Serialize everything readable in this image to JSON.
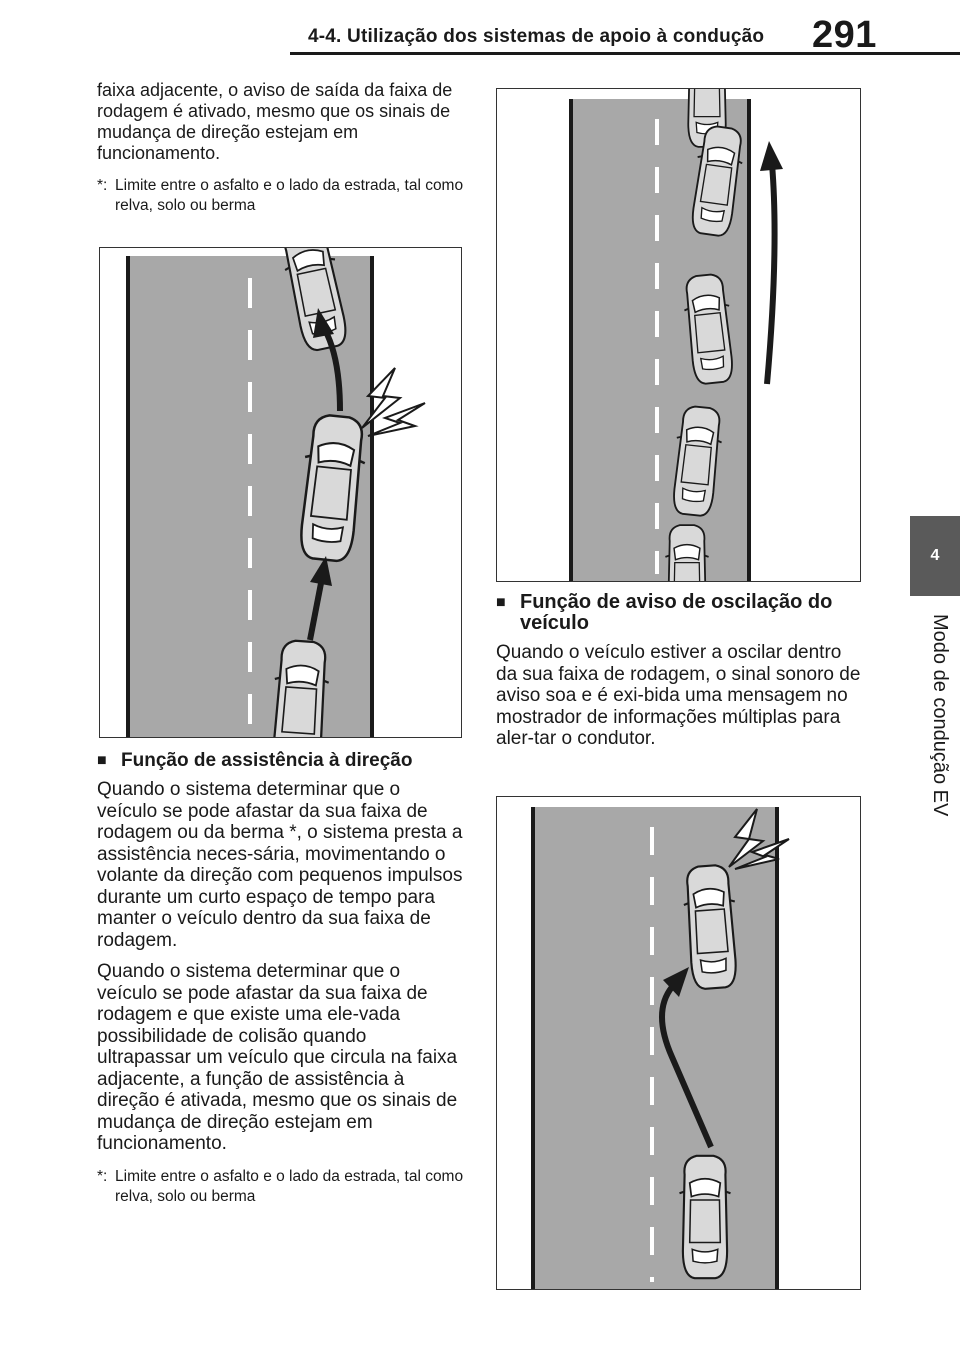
{
  "header": {
    "title": "4-4. Utilização dos sistemas de apoio à condução",
    "page_number": "291"
  },
  "side": {
    "chapter_number": "4",
    "chapter_label": "Modo de condução EV"
  },
  "left_column": {
    "intro_text": "faixa adjacente, o aviso de saída da faixa de rodagem é ativado, mesmo que os sinais de mudança de direção estejam em funcionamento.",
    "note_1": {
      "mark": "*:",
      "text": "Limite entre o asfalto e o lado da estrada, tal como relva, solo ou berma"
    },
    "section": {
      "marker": "■",
      "title": "Função de assistência à direção",
      "para_1": "Quando o sistema determinar que o veículo se pode afastar da sua faixa de rodagem ou da berma *, o sistema presta a assistência neces-sária, movimentando o volante da direção com pequenos impulsos durante um curto espaço de tempo para manter o veículo dentro da sua faixa de rodagem.",
      "para_2": "Quando o sistema determinar que o veículo se pode afastar da sua faixa de rodagem e que existe uma ele-vada possibilidade de colisão quando ultrapassar um veículo que circula na faixa adjacente, a função de assistência à direção é ativada, mesmo que os sinais de mudança de direção estejam em funcionamento."
    },
    "note_2": {
      "mark": "*:",
      "text": "Limite entre o asfalto e o lado da estrada, tal como relva, solo ou berma"
    }
  },
  "right_column": {
    "section": {
      "marker": "■",
      "title": "Função de aviso de oscilação do veículo",
      "para": "Quando o veículo estiver a oscilar dentro da sua faixa de rodagem, o sinal sonoro de aviso soa e é exi-bida uma mensagem no mostrador de informações múltiplas para aler-tar o condutor."
    }
  },
  "colors": {
    "road": "#a8a8a8",
    "edge": "#1a1a1a",
    "car_body": "#d9d9d9",
    "side_tab": "#5a5a5a"
  }
}
